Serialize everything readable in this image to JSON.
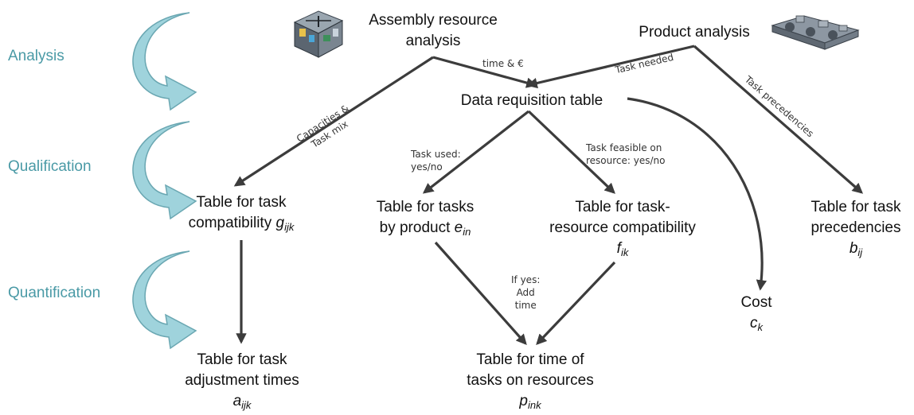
{
  "colors": {
    "stage_text": "#4a9aa6",
    "arrow_fill": "#9fd3dc",
    "arrow_stroke": "#6aa7b2",
    "edge": "#3c3c3c"
  },
  "stages": [
    {
      "label": "Analysis"
    },
    {
      "label": "Qualification"
    },
    {
      "label": "Quantification"
    }
  ],
  "nodes": {
    "assembly": {
      "line1": "Assembly resource",
      "line2": "analysis"
    },
    "product": {
      "line1": "Product analysis"
    },
    "data_req": {
      "line1": "Data requisition table"
    },
    "compat": {
      "line1": "Table for task",
      "line2": "compatibility",
      "symbol": "g",
      "subscript": "ijk"
    },
    "tasks_prod": {
      "line1": "Table for tasks",
      "line2": "by product",
      "symbol": "e",
      "subscript": "in"
    },
    "task_res": {
      "line1": "Table for task-",
      "line2": "resource compatibility",
      "symbol": "f",
      "subscript": "ik"
    },
    "precedence": {
      "line1": "Table for task",
      "line2": "precedencies",
      "symbol": "b",
      "subscript": "ij"
    },
    "adjust": {
      "line1": "Table for task",
      "line2": "adjustment times",
      "symbol": "a",
      "subscript": "ijk"
    },
    "time": {
      "line1": "Table for time of",
      "line2": "tasks on resources",
      "symbol": "p",
      "subscript": "ink"
    },
    "cost": {
      "line1": "Cost",
      "symbol": "c",
      "subscript": "k"
    }
  },
  "annotations": {
    "time_euro": "time & €",
    "task_needed": "Task needed",
    "task_precedencies": "Task precedencies",
    "capacities_line1": "Capacities &",
    "capacities_line2": "Task mix",
    "task_used_line1": "Task used:",
    "task_used_line2": "yes/no",
    "task_feasible_line1": "Task feasible on",
    "task_feasible_line2": "resource: yes/no",
    "if_yes_line1": "If yes:",
    "if_yes_line2": "Add",
    "if_yes_line3": "time"
  },
  "icons": {
    "assembly": "assembly-cell-icon",
    "product": "product-model-icon",
    "stage_arrow": "curved-arrow-icon"
  }
}
